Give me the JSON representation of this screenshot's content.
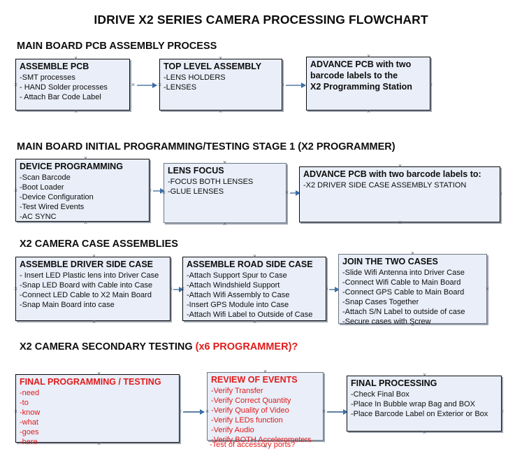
{
  "document": {
    "title": "IDRIVE X2  SERIES CAMERA PROCESSING FLOWCHART"
  },
  "sections": [
    {
      "id": "main-board-pcb-assembly-process",
      "heading": "MAIN BOARD PCB ASSEMBLY PROCESS",
      "heading_accent": "",
      "nodes": [
        {
          "id": "assemble-pcb",
          "title": "ASSEMBLE PCB",
          "lines": [
            "-SMT processes",
            "- HAND Solder processes",
            "- Attach Bar Code Label"
          ]
        },
        {
          "id": "top-level-assembly",
          "title": "TOP LEVEL ASSEMBLY",
          "lines": [
            "-LENS HOLDERS",
            "-LENSES"
          ]
        },
        {
          "id": "advance-pcb-to-x2-programming-station",
          "title": "ADVANCE PCB with two",
          "lines": [
            "barcode labels to the",
            " X2 Programming Station"
          ]
        }
      ]
    },
    {
      "id": "main-board-initial-programming-testing-stage-1",
      "heading": "MAIN BOARD INITIAL PROGRAMMING/TESTING STAGE 1 (X2 PROGRAMMER)",
      "heading_accent": "",
      "nodes": [
        {
          "id": "device-programming",
          "title": "DEVICE PROGRAMMING",
          "lines": [
            "-Scan Barcode",
            "-Boot Loader",
            "-Device Configuration",
            "-Test Wired Events",
            "-AC SYNC"
          ]
        },
        {
          "id": "lens-focus",
          "title": "LENS FOCUS",
          "lines": [
            "-FOCUS BOTH LENSES",
            "-GLUE LENSES"
          ]
        },
        {
          "id": "advance-pcb-to-driver-side-case-assembly",
          "title": "ADVANCE PCB with two barcode labels to:",
          "lines": [
            "-X2 DRIVER  SIDE  CASE  ASSEMBLY STATION"
          ]
        }
      ]
    },
    {
      "id": "x2-camera-case-assemblies",
      "heading": "X2 CAMERA CASE ASSEMBLIES",
      "heading_accent": "",
      "nodes": [
        {
          "id": "assemble-driver-side-case",
          "title": "ASSEMBLE DRIVER SIDE CASE",
          "lines": [
            "- Insert LED Plastic lens into Driver Case",
            "-Snap LED Board with Cable into Case",
            "-Connect LED Cable to X2 Main Board",
            "-Snap Main Board into case"
          ]
        },
        {
          "id": "assemble-road-side-case",
          "title": "ASSEMBLE ROAD SIDE CASE",
          "lines": [
            "-Attach Support Spur to Case",
            "-Attach Windshield Support",
            "-Attach Wifi Assembly to Case",
            "-Insert GPS Module into Case",
            "-Attach Wifi Label to Outside of Case"
          ]
        },
        {
          "id": "join-the-two-cases",
          "title": "JOIN THE TWO CASES",
          "lines": [
            "-Slide Wifi Antenna into Driver Case",
            "-Connect Wifi Cable to Main Board",
            "-Connect GPS Cable to Main Board",
            "-Snap Cases Together",
            "-Attach S/N Label to outside of case",
            "-Secure cases with Screw"
          ]
        }
      ]
    },
    {
      "id": "x2-camera-secondary-testing",
      "heading": "X2 CAMERA SECONDARY TESTING ",
      "heading_accent": "(x6 PROGRAMMER)?",
      "nodes": [
        {
          "id": "final-programming-testing",
          "title": "FINAL PROGRAMMING / TESTING",
          "lines": [
            "-need",
            "-to",
            "-know",
            "-what",
            "-goes",
            "-here"
          ]
        },
        {
          "id": "review-of-events",
          "title": "REVIEW OF EVENTS",
          "lines": [
            "-Verify Transfer",
            "-Verify Correct Quantity",
            "-Verify Quality of Video",
            "-Verify LEDs function",
            "-Verify Audio",
            "-Verify BOTH Accelerometers"
          ],
          "overflow_line": "-Test of accessory ports?"
        },
        {
          "id": "final-processing",
          "title": "FINAL PROCESSING",
          "lines": [
            " -Check Final Box",
            "-Place In Bubble wrap Bag and BOX",
            "-Place Barcode Label on Exterior or Box"
          ]
        }
      ]
    }
  ],
  "colors": {
    "node_fill": "#e9eef8",
    "node_border": "#0a0a0a",
    "connector": "#7e9bbd",
    "accent_red": "#e01b1b",
    "text": "#0d0d0d"
  }
}
